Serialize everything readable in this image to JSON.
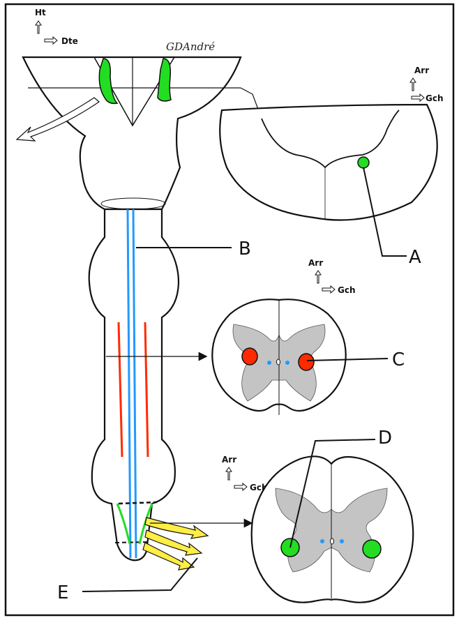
{
  "orientation": {
    "main": {
      "up": "Ht",
      "right": "Dte"
    },
    "section_a": {
      "up": "Arr",
      "right": "Gch"
    },
    "section_c": {
      "up": "Arr",
      "right": "Gch"
    },
    "section_d": {
      "up": "Arr",
      "right": "Gch"
    }
  },
  "signature": "GDAndré",
  "labels": {
    "a": "A",
    "b": "B",
    "c": "C",
    "d": "D",
    "e": "E"
  },
  "colors": {
    "green": "#22dd22",
    "red": "#ff2a00",
    "blue": "#2299ff",
    "grey_matter": "#c4c4c4",
    "yellow": "#ffee44",
    "outline": "#111111"
  }
}
